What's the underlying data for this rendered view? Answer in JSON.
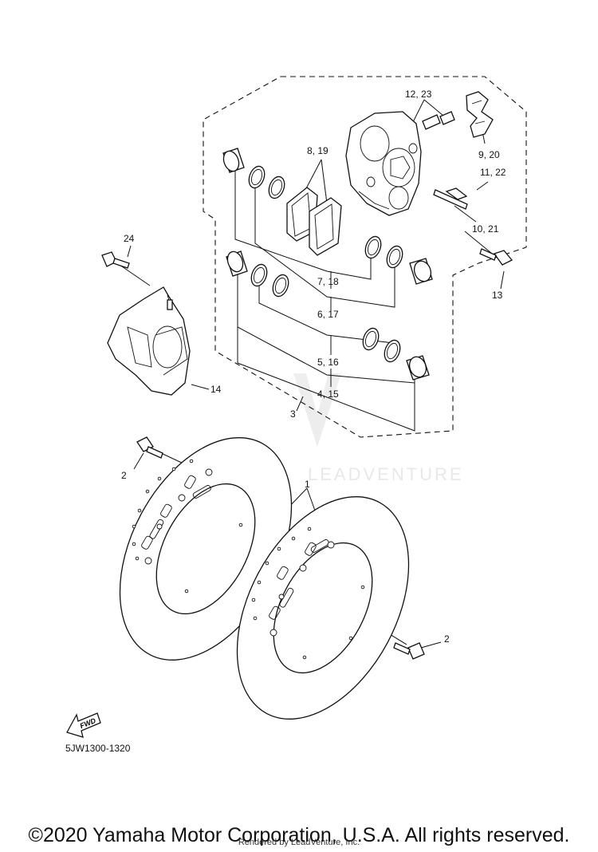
{
  "diagram": {
    "code": "5JW1300-1320",
    "fwd_label": "FWD",
    "watermark": "LEADVENTURE",
    "callouts": {
      "c1": "1",
      "c2a": "2",
      "c2b": "2",
      "c3": "3",
      "c4_15": "4, 15",
      "c5_16": "5, 16",
      "c6_17": "6, 17",
      "c7_18": "7, 18",
      "c8_19": "8, 19",
      "c9_20": "9, 20",
      "c10_21": "10, 21",
      "c11_22": "11, 22",
      "c12_23": "12, 23",
      "c13": "13",
      "c14": "14",
      "c24": "24"
    }
  },
  "footer": {
    "copyright": "©2020 Yamaha Motor Corporation, U.S.A. All rights reserved.",
    "rendered_by": "Rendered by LeadVenture, Inc."
  }
}
